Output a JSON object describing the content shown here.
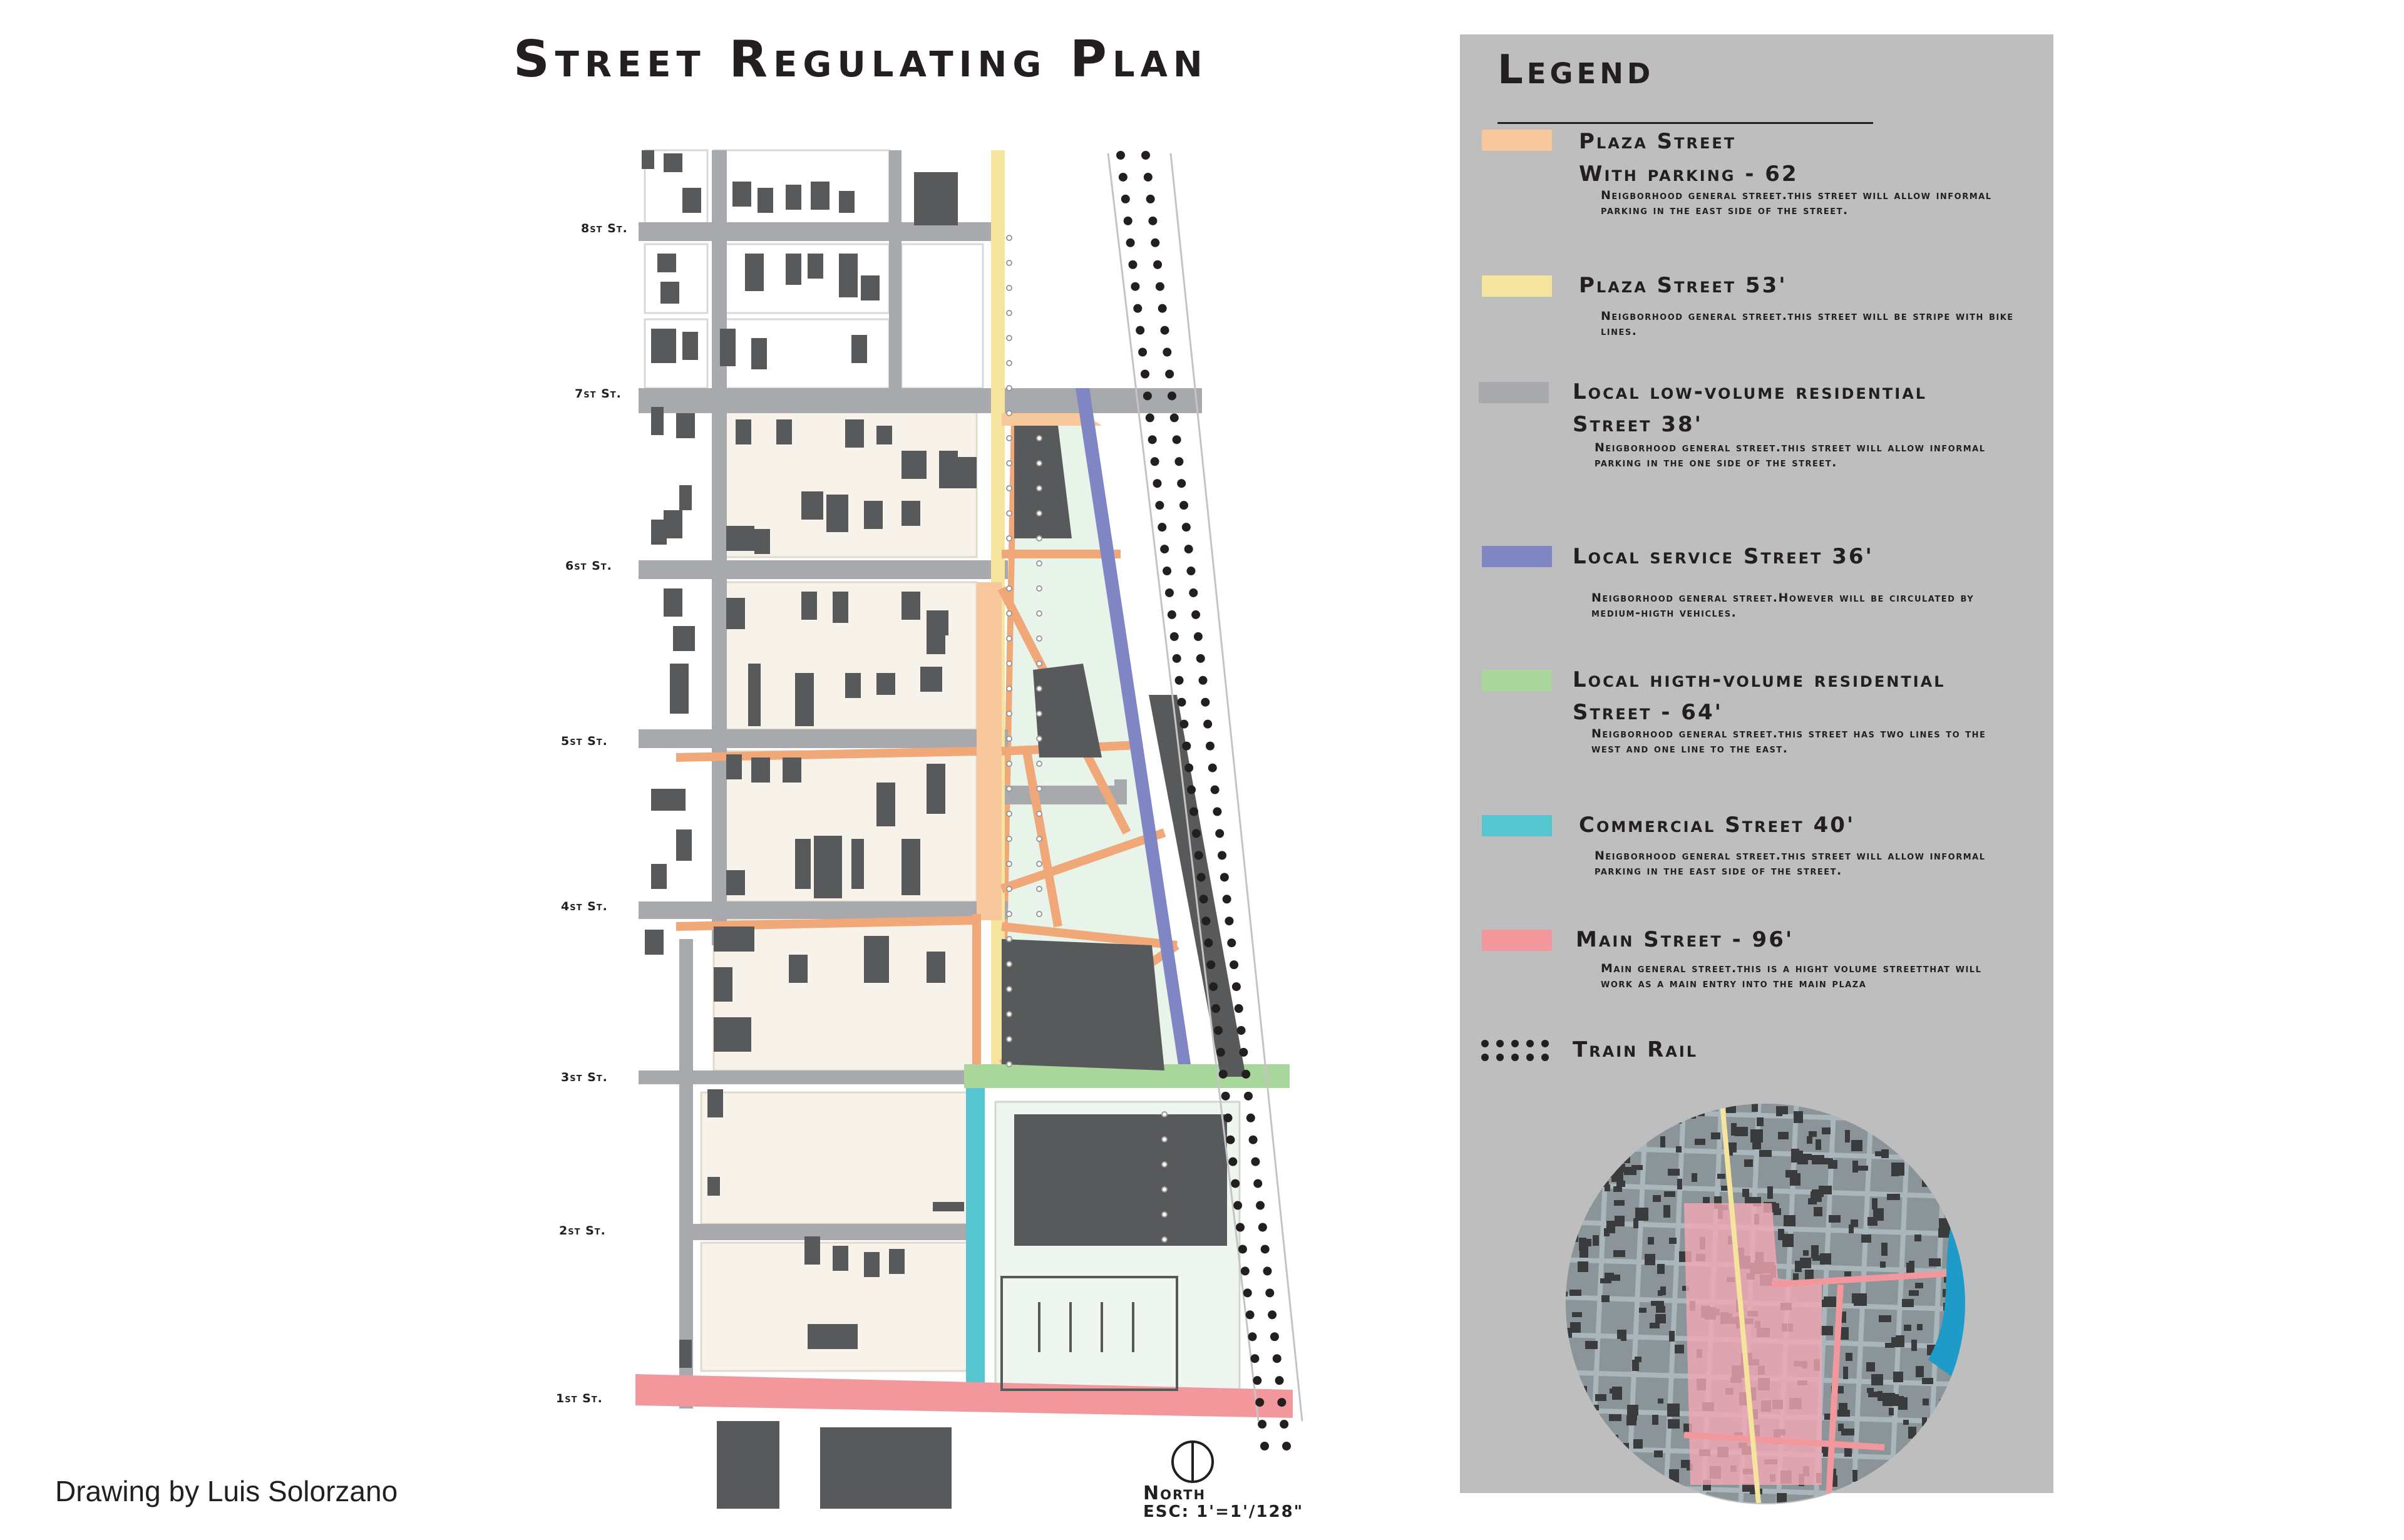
{
  "title": "Street Regulating Plan",
  "credit": "Drawing by Luis Solorzano",
  "north": {
    "label": "North",
    "scale": "ESC: 1'=1'/128\""
  },
  "streets": [
    {
      "label": "8st St."
    },
    {
      "label": "7st St."
    },
    {
      "label": "6st St."
    },
    {
      "label": "5st St."
    },
    {
      "label": "4st St."
    },
    {
      "label": "3st St."
    },
    {
      "label": "2st St."
    },
    {
      "label": "1st St."
    }
  ],
  "legend": {
    "title": "Legend",
    "items": [
      {
        "name": "Plaza Street\nWith parking - 62",
        "color": "#f9c79c",
        "desc": "Neigborhood general street.this street will allow informal parking in the east side of the street."
      },
      {
        "name": "Plaza Street 53'",
        "color": "#f5e49d",
        "desc": "Neigborhood general street.this street will be stripe with bike lines."
      },
      {
        "name": "Local low-volume residential\nStreet 38'",
        "color": "#a7a9ac",
        "desc": "Neigborhood general street.this street will allow informal parking in the one side of the street."
      },
      {
        "name": "Local service Street 36'",
        "color": "#7f86c3",
        "desc": "Neigborhood general street.However will be circulated by medium-higth vehicles."
      },
      {
        "name": "Local higth-volume residential\nStreet - 64'",
        "color": "#a8d69b",
        "desc": "Neigborhood general street.this street has two lines to the west and one line to the east."
      },
      {
        "name": "Commercial Street 40'",
        "color": "#55c5d0",
        "desc": "Neigborhood general street.this street will allow informal parking in the east side of the street."
      },
      {
        "name": "Main Street - 96'",
        "color": "#f2979c",
        "desc": "Main general street.this is a hight volume streetthat will work as a main entry into the main plaza"
      },
      {
        "name": "Train Rail",
        "color": "#231f20",
        "desc": ""
      }
    ]
  }
}
